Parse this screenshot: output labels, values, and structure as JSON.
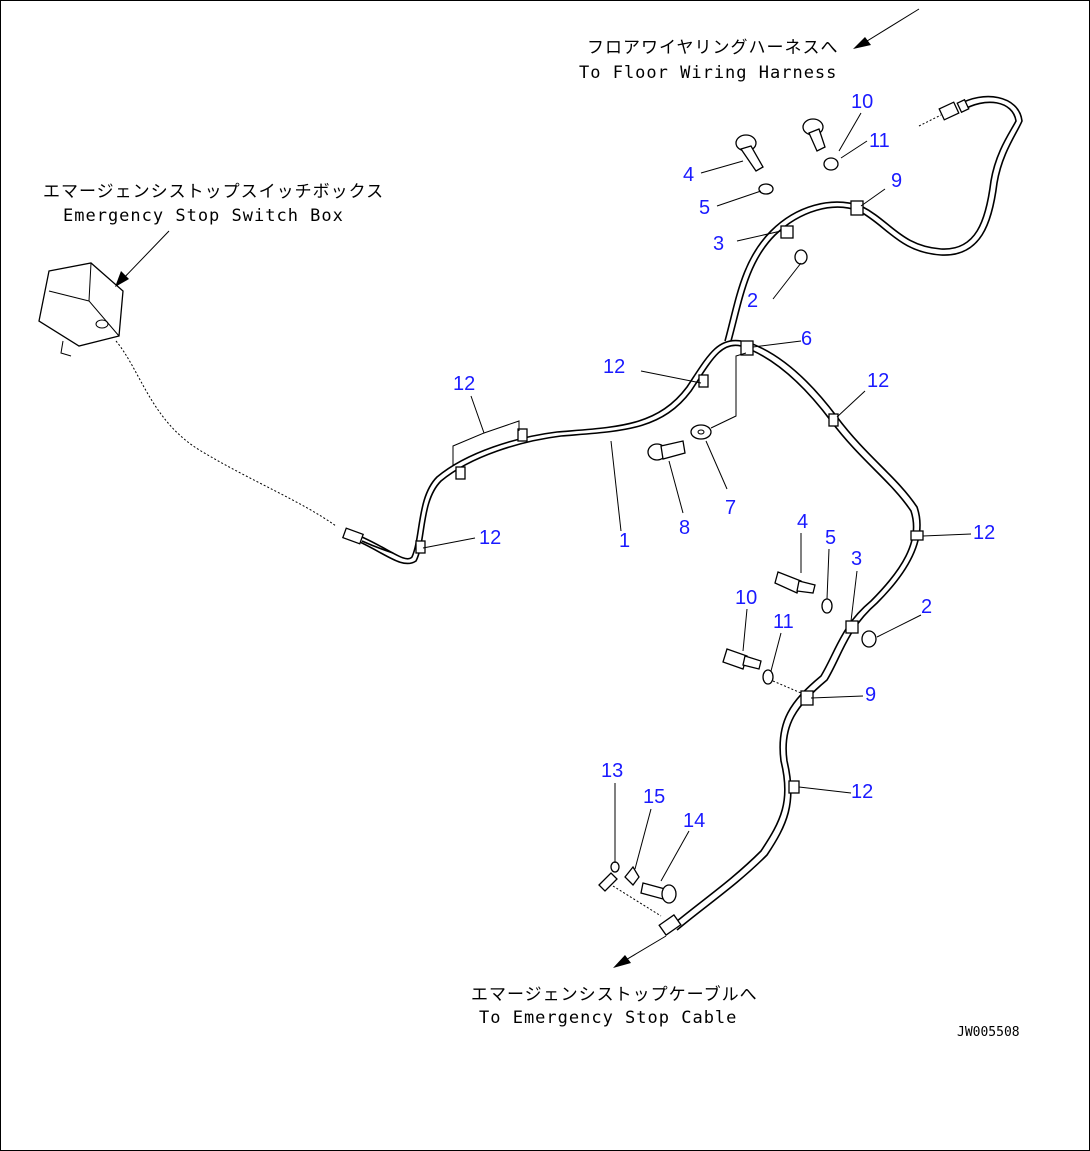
{
  "notes": {
    "floor_harness_jp": "フロアワイヤリングハーネスへ",
    "floor_harness_en": "To Floor Wiring Harness",
    "switch_box_jp": "エマージェンシストップスイッチボックス",
    "switch_box_en": "Emergency Stop Switch Box",
    "stop_cable_jp": "エマージェンシストップケーブルへ",
    "stop_cable_en": "To Emergency Stop Cable"
  },
  "figure_id": "JW005508",
  "callouts": {
    "c10a": "10",
    "c11a": "11",
    "c4a": "4",
    "c9a": "9",
    "c5a": "5",
    "c3a": "3",
    "c2a": "2",
    "c6": "6",
    "c12a": "12",
    "c12b": "12",
    "c12c": "12",
    "c12d": "12",
    "c12e": "12",
    "c7": "7",
    "c8": "8",
    "c1": "1",
    "c4b": "4",
    "c5b": "5",
    "c3b": "3",
    "c2b": "2",
    "c10b": "10",
    "c11b": "11",
    "c9b": "9",
    "c12f": "12",
    "c13": "13",
    "c15": "15",
    "c14": "14"
  },
  "colors": {
    "callout": "#1a1aff",
    "line": "#000000"
  }
}
